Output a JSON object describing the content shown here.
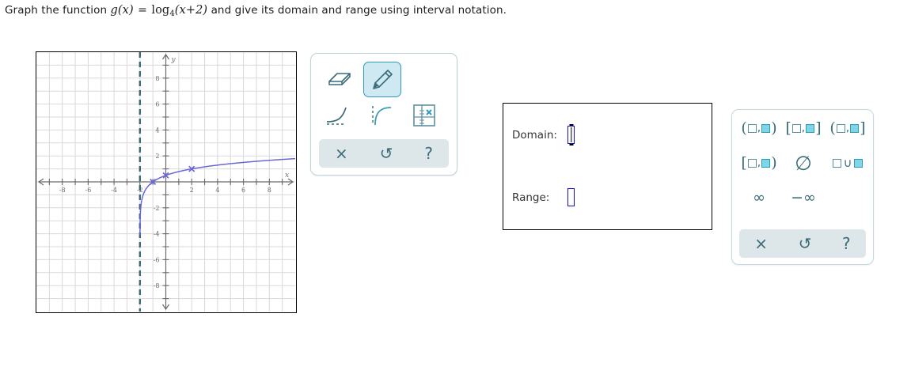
{
  "prompt": {
    "lead": "Graph the function",
    "fn_name": "g",
    "fn_arg": "(x)",
    "equals": "=",
    "log": "log",
    "base": "4",
    "log_arg": "(x+2)",
    "tail": "and give its domain and range using interval notation."
  },
  "graph": {
    "x_labels": [
      "-8",
      "-6",
      "-4",
      "-2",
      "2",
      "4",
      "6",
      "8"
    ],
    "y_labels": [
      "8",
      "6",
      "4",
      "2",
      "-2",
      "-4",
      "-6",
      "-8"
    ],
    "x_axis_label": "x",
    "y_axis_label": "y",
    "curve_color": "#6a68d8",
    "asymptote_color": "#3c6c78",
    "grid_color": "#d9d9d9",
    "axis_color": "#6b6b6b",
    "border_color": "#000000",
    "asymptote_x": -2,
    "points": [
      {
        "x": -1,
        "y": 0
      },
      {
        "x": 0,
        "y": 0.5
      },
      {
        "x": 2,
        "y": 1
      }
    ],
    "x_range": [
      -10,
      10
    ],
    "y_range": [
      -10,
      10
    ]
  },
  "chart_data": {
    "type": "line",
    "title": "",
    "xlabel": "x",
    "ylabel": "y",
    "xlim": [
      -10,
      10
    ],
    "ylim": [
      -10,
      10
    ],
    "grid": true,
    "function": "g(x) = log_4(x + 2)",
    "asymptote": {
      "type": "vertical",
      "x": -2,
      "style": "dashed"
    },
    "marked_points": [
      {
        "x": -1,
        "y": 0
      },
      {
        "x": 0,
        "y": 0.5
      },
      {
        "x": 2,
        "y": 1
      }
    ],
    "series": [
      {
        "name": "g(x) = log_4(x+2)",
        "color": "#6a68d8",
        "x": [
          -1.99,
          -1.95,
          -1.9,
          -1.8,
          -1.6,
          -1.4,
          -1.2,
          -1,
          -0.5,
          0,
          1,
          2,
          3,
          4,
          5,
          6,
          7,
          8,
          9,
          10
        ],
        "y": [
          -3.32,
          -2.16,
          -1.66,
          -1.16,
          -0.66,
          -0.37,
          -0.16,
          0,
          0.29,
          0.5,
          0.79,
          1.0,
          1.16,
          1.29,
          1.4,
          1.5,
          1.58,
          1.66,
          1.73,
          1.79
        ]
      }
    ]
  },
  "draw_toolbar": {
    "tools": [
      {
        "name": "eraser-tool",
        "selected": false
      },
      {
        "name": "pencil-tool",
        "selected": true
      },
      {
        "name": "exponential-curve-tool",
        "selected": false
      },
      {
        "name": "logarithmic-curve-tool",
        "selected": false
      },
      {
        "name": "plot-point-tool",
        "selected": false
      }
    ],
    "footer": {
      "clear_label": "×",
      "undo_label": "↺",
      "help_label": "?"
    }
  },
  "answer_panel": {
    "domain_label": "Domain:",
    "domain_value": "",
    "domain_focused": true,
    "range_label": "Range:",
    "range_value": "",
    "range_focused": false
  },
  "math_keypad": {
    "keys": [
      {
        "name": "open-open-interval",
        "left_bracket": "(",
        "right_bracket": ")"
      },
      {
        "name": "closed-closed-interval",
        "left_bracket": "[",
        "right_bracket": "]"
      },
      {
        "name": "open-closed-interval",
        "left_bracket": "(",
        "right_bracket": "]"
      },
      {
        "name": "closed-open-interval",
        "left_bracket": "[",
        "right_bracket": ")"
      }
    ],
    "empty_set": "∅",
    "union_symbol": "∪",
    "infinity": "∞",
    "negative_infinity": "−∞",
    "comma": ",",
    "footer": {
      "clear_label": "×",
      "undo_label": "↺",
      "help_label": "?"
    }
  }
}
